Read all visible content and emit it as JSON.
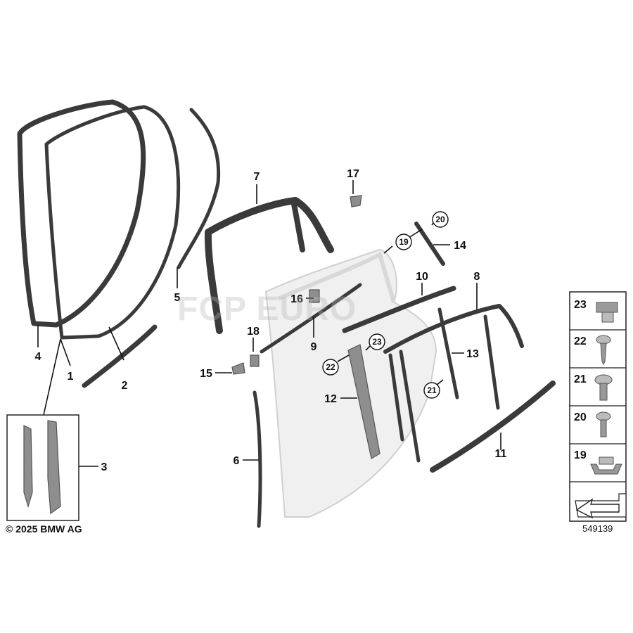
{
  "copyright": "© 2025 BMW AG",
  "diagram_number": "549139",
  "watermark": "FCP EURO",
  "callouts": [
    "1",
    "2",
    "3",
    "4",
    "5",
    "6",
    "7",
    "8",
    "9",
    "10",
    "11",
    "12",
    "13",
    "14",
    "15",
    "16",
    "17",
    "18"
  ],
  "circled_callouts": [
    "19",
    "20",
    "21",
    "22",
    "23"
  ],
  "legend": [
    {
      "number": "23",
      "icon": "clip-nut-icon"
    },
    {
      "number": "22",
      "icon": "self-tapping-screw-icon"
    },
    {
      "number": "21",
      "icon": "flange-screw-icon"
    },
    {
      "number": "20",
      "icon": "washer-screw-icon"
    },
    {
      "number": "19",
      "icon": "spring-clip-icon"
    },
    {
      "number": "",
      "icon": "direction-arrow-icon"
    }
  ]
}
